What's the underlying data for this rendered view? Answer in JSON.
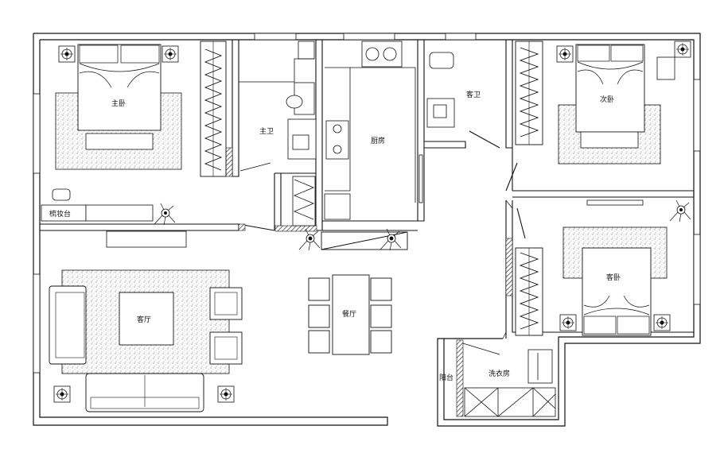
{
  "rooms": {
    "master_bedroom": "主卧",
    "master_bath": "主卫",
    "kitchen": "厨房",
    "guest_bath": "客卫",
    "second_bedroom": "次卧",
    "guest_bedroom": "客卧",
    "living_room": "客厅",
    "dining_room": "餐厅",
    "laundry_room": "洗衣房",
    "dresser": "梳妆台",
    "balcony": "阳台"
  },
  "colors": {
    "line": "#111111",
    "hatch": "#555555",
    "background": "#ffffff"
  }
}
